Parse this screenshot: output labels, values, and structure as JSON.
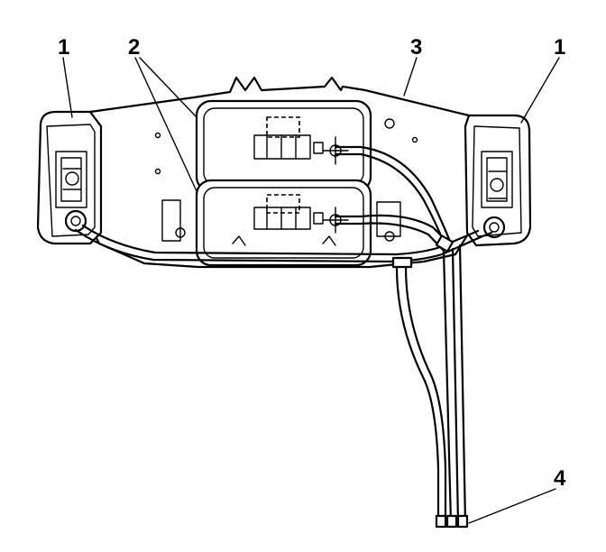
{
  "figure": {
    "callouts": [
      {
        "key": "lamp_left",
        "label": "1"
      },
      {
        "key": "lamp_right",
        "label": "1"
      },
      {
        "key": "modules",
        "label": "2"
      },
      {
        "key": "bracket",
        "label": "3"
      },
      {
        "key": "harness",
        "label": "4"
      }
    ]
  }
}
